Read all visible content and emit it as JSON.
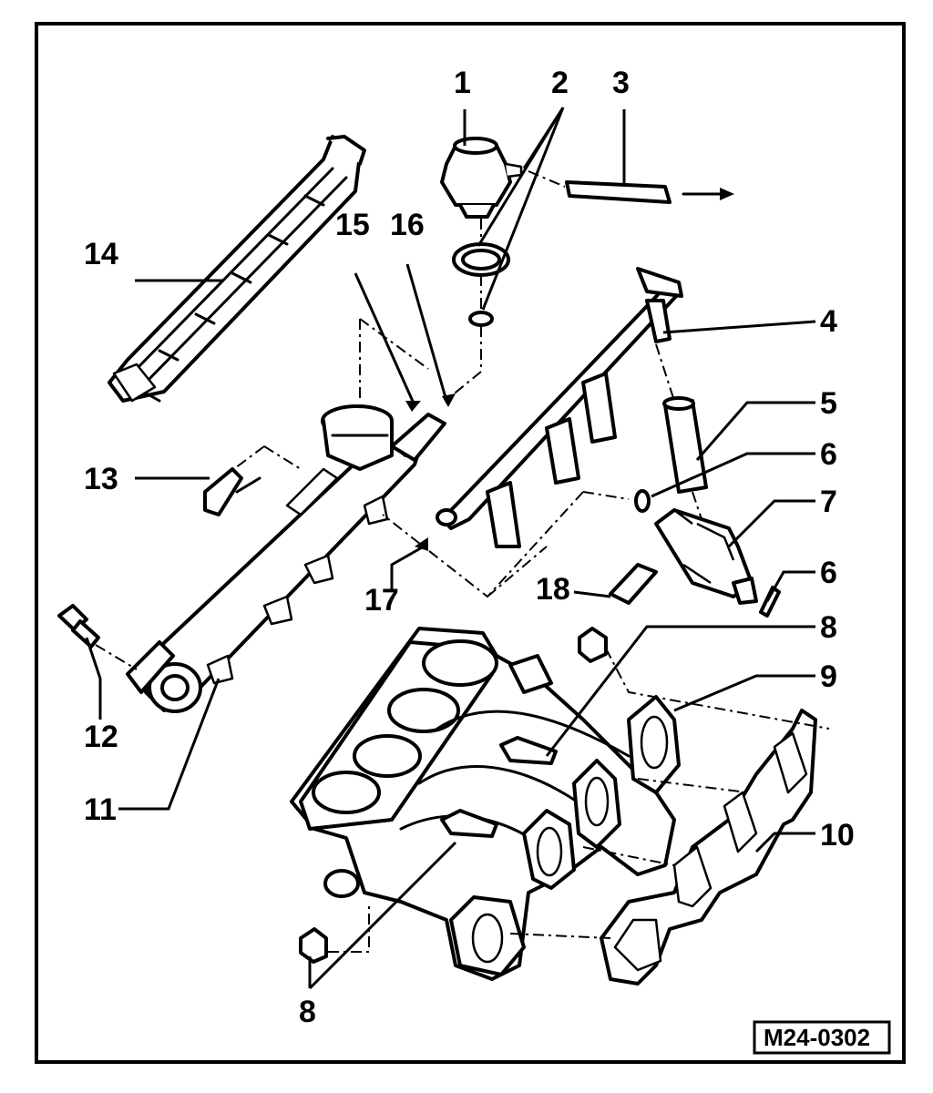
{
  "callouts": {
    "c1": "1",
    "c2": "2",
    "c3": "3",
    "c4": "4",
    "c5": "5",
    "c6a": "6",
    "c6b": "6",
    "c7": "7",
    "c8a": "8",
    "c8b": "8",
    "c9": "9",
    "c10": "10",
    "c11": "11",
    "c12": "12",
    "c13": "13",
    "c14": "14",
    "c15": "15",
    "c16": "16",
    "c17": "17",
    "c18": "18"
  },
  "figure_code": "M24-0302"
}
